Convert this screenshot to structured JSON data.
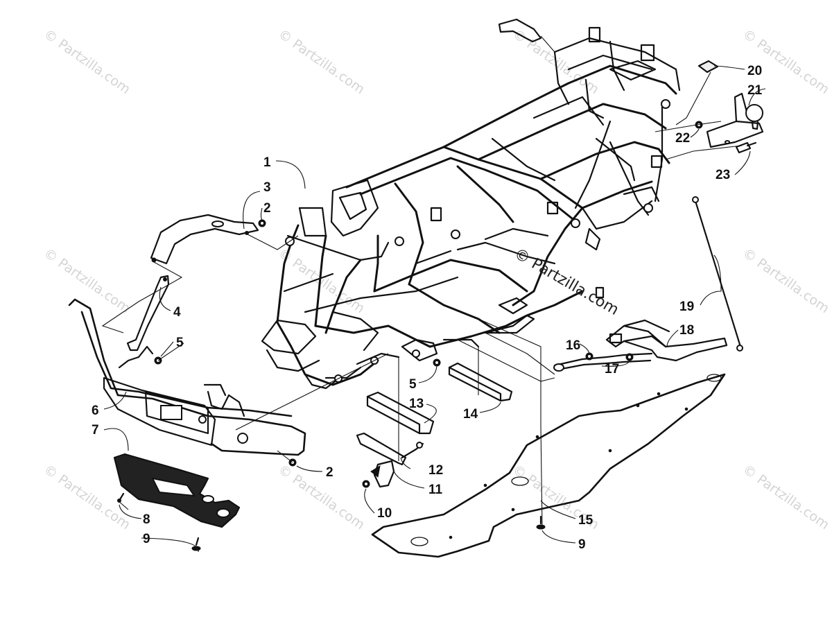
{
  "watermark": {
    "text": "© Partzilla.com",
    "color": "#d4d4d4"
  },
  "center_watermark": {
    "text": "© Partzilla.com"
  },
  "callouts": [
    {
      "id": "c1",
      "label": "1"
    },
    {
      "id": "c3",
      "label": "3"
    },
    {
      "id": "c2a",
      "label": "2"
    },
    {
      "id": "c4",
      "label": "4"
    },
    {
      "id": "c5a",
      "label": "5"
    },
    {
      "id": "c6",
      "label": "6"
    },
    {
      "id": "c7",
      "label": "7"
    },
    {
      "id": "c2b",
      "label": "2"
    },
    {
      "id": "c8",
      "label": "8"
    },
    {
      "id": "c9a",
      "label": "9"
    },
    {
      "id": "c5b",
      "label": "5"
    },
    {
      "id": "c13",
      "label": "13"
    },
    {
      "id": "c14",
      "label": "14"
    },
    {
      "id": "c12",
      "label": "12"
    },
    {
      "id": "c11",
      "label": "11"
    },
    {
      "id": "c10",
      "label": "10"
    },
    {
      "id": "c15",
      "label": "15"
    },
    {
      "id": "c9b",
      "label": "9"
    },
    {
      "id": "c16",
      "label": "16"
    },
    {
      "id": "c17",
      "label": "17"
    },
    {
      "id": "c18",
      "label": "18"
    },
    {
      "id": "c19",
      "label": "19"
    },
    {
      "id": "c20",
      "label": "20"
    },
    {
      "id": "c21",
      "label": "21"
    },
    {
      "id": "c22",
      "label": "22"
    },
    {
      "id": "c23",
      "label": "23"
    }
  ]
}
